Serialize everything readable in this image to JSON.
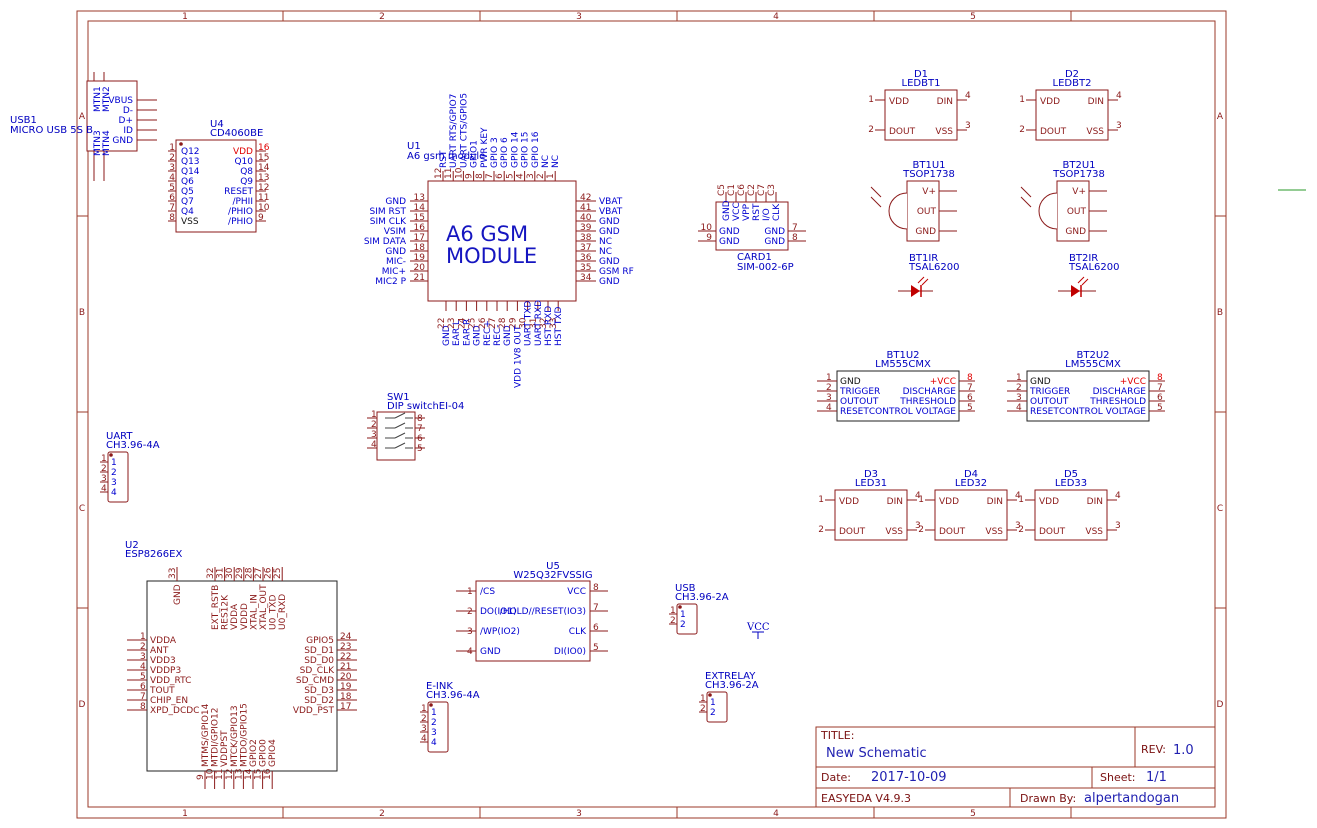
{
  "frame": {
    "col_labels": [
      "1",
      "2",
      "3",
      "4",
      "5"
    ],
    "row_labels": [
      "A",
      "B",
      "C",
      "D"
    ]
  },
  "title_block": {
    "title_label": "TITLE:",
    "title_value": "New Schematic",
    "rev_label": "REV:",
    "rev_value": "1.0",
    "date_label": "Date:",
    "date_value": "2017-10-09",
    "sheet_label": "Sheet:",
    "sheet_value": "1/1",
    "tool": "EASYEDA V4.9.3",
    "drawn_by_label": "Drawn By:",
    "drawn_by_value": "alpertandogan"
  },
  "components": {
    "usb1": {
      "ref": "USB1",
      "value": "MICRO USB 5S B",
      "pins": [
        "VBUS",
        "D-",
        "D+",
        "ID",
        "GND"
      ],
      "mount": [
        "MTN1",
        "MTN2",
        "MTN3",
        "MTN4"
      ]
    },
    "u4": {
      "ref": "U4",
      "value": "CD4060BE",
      "left": [
        [
          "1",
          "Q12"
        ],
        [
          "2",
          "Q13"
        ],
        [
          "3",
          "Q14"
        ],
        [
          "4",
          "Q6"
        ],
        [
          "5",
          "Q5"
        ],
        [
          "6",
          "Q7"
        ],
        [
          "7",
          "Q4"
        ],
        [
          "8",
          "VSS"
        ]
      ],
      "right": [
        [
          "16",
          "VDD"
        ],
        [
          "15",
          "Q10"
        ],
        [
          "14",
          "Q8"
        ],
        [
          "13",
          "Q9"
        ],
        [
          "12",
          "RESET"
        ],
        [
          "11",
          "/PHII"
        ],
        [
          "10",
          "/PHIO"
        ],
        [
          "9",
          "/PHIO"
        ]
      ]
    },
    "u1": {
      "ref": "U1",
      "value": "A6 gsm module",
      "title1": "A6 GSM",
      "title2": "MODULE",
      "top": [
        [
          "12",
          "RST"
        ],
        [
          "11",
          "UART RTS/GPIO7"
        ],
        [
          "10",
          "UART CTS/GPIO5"
        ],
        [
          "9",
          "GPIO1"
        ],
        [
          "8",
          "PWR KEY"
        ],
        [
          "7",
          "GPIO 3"
        ],
        [
          "6",
          "GPIO 6"
        ],
        [
          "5",
          "GPIO 14"
        ],
        [
          "4",
          "GPIO 15"
        ],
        [
          "3",
          "GPIO 16"
        ],
        [
          "2",
          "NC"
        ],
        [
          "1",
          "NC"
        ]
      ],
      "left": [
        [
          "13",
          "GND"
        ],
        [
          "14",
          "SIM RST"
        ],
        [
          "15",
          "SIM CLK"
        ],
        [
          "16",
          "VSIM"
        ],
        [
          "17",
          "SIM DATA"
        ],
        [
          "18",
          "GND"
        ],
        [
          "19",
          "MIC-"
        ],
        [
          "20",
          "MIC+"
        ],
        [
          "21",
          "MIC2 P"
        ]
      ],
      "right": [
        [
          "42",
          "VBAT"
        ],
        [
          "41",
          "VBAT"
        ],
        [
          "40",
          "GND"
        ],
        [
          "39",
          "GND"
        ],
        [
          "38",
          "NC"
        ],
        [
          "37",
          "NC"
        ],
        [
          "36",
          "GND"
        ],
        [
          "35",
          "GSM RF"
        ],
        [
          "34",
          "GND"
        ]
      ],
      "bottom": [
        [
          "22",
          "GND"
        ],
        [
          "23",
          "EAR L"
        ],
        [
          "24",
          "EAR R"
        ],
        [
          "25",
          "GND"
        ],
        [
          "26",
          "REC+"
        ],
        [
          "27",
          "REC-"
        ],
        [
          "28",
          "GND"
        ],
        [
          "29",
          "VDD 1V8 OUT"
        ],
        [
          "30",
          "UART TXD"
        ],
        [
          "31",
          "UART RXD"
        ],
        [
          "32",
          "HST RXD"
        ],
        [
          "33",
          "HST TXD"
        ]
      ]
    },
    "card1": {
      "ref": "CARD1",
      "value": "SIM-002-6P",
      "top": [
        [
          "C5",
          "GND"
        ],
        [
          "C1",
          "VCC"
        ],
        [
          "C6",
          "VPP"
        ],
        [
          "C2",
          "RST"
        ],
        [
          "C7",
          "I/O"
        ],
        [
          "C3",
          "CLK"
        ]
      ],
      "left": [
        [
          "10",
          "GND"
        ],
        [
          "9",
          "GND"
        ]
      ],
      "right": [
        [
          "7",
          "GND"
        ],
        [
          "8",
          "GND"
        ]
      ]
    },
    "d1": {
      "ref": "D1",
      "value": "LEDBT1"
    },
    "d2": {
      "ref": "D2",
      "value": "LEDBT2"
    },
    "d3": {
      "ref": "D3",
      "value": "LED31"
    },
    "d4": {
      "ref": "D4",
      "value": "LED32"
    },
    "d5": {
      "ref": "D5",
      "value": "LED33"
    },
    "ws_pins": {
      "vdd": "VDD",
      "din": "DIN",
      "dout": "DOUT",
      "vss": "VSS",
      "n1": "1",
      "n2": "2",
      "n3": "3",
      "n4": "4"
    },
    "bt1u1": {
      "ref": "BT1U1",
      "value": "TSOP1738"
    },
    "bt2u1": {
      "ref": "BT2U1",
      "value": "TSOP1738"
    },
    "tsop_pins": {
      "vplus": "V+",
      "out": "OUT",
      "gnd": "GND"
    },
    "bt1ir": {
      "ref": "BT1IR",
      "value": "TSAL6200"
    },
    "bt2ir": {
      "ref": "BT2IR",
      "value": "TSAL6200"
    },
    "bt1u2": {
      "ref": "BT1U2",
      "value": "LM555CMX"
    },
    "bt2u2": {
      "ref": "BT2U2",
      "value": "LM555CMX"
    },
    "lm555": {
      "left": [
        [
          "1",
          "GND"
        ],
        [
          "2",
          "TRIGGER"
        ],
        [
          "3",
          "OUTOUT"
        ],
        [
          "4",
          "RESET"
        ]
      ],
      "right": [
        [
          "8",
          "+VCC"
        ],
        [
          "7",
          "DISCHARGE"
        ],
        [
          "6",
          "THRESHOLD"
        ],
        [
          "5",
          "CONTROL VOLTAGE"
        ]
      ]
    },
    "sw1": {
      "ref": "SW1",
      "value": "DIP switchEI-04",
      "left": [
        "1",
        "2",
        "3",
        "4"
      ],
      "right": [
        "8",
        "7",
        "6",
        "5"
      ]
    },
    "uart": {
      "ref": "UART",
      "value": "CH3.96-4A",
      "pins": [
        "1",
        "2",
        "3",
        "4"
      ]
    },
    "eink": {
      "ref": "E-INK",
      "value": "CH3.96-4A",
      "pins": [
        "1",
        "2",
        "3",
        "4"
      ]
    },
    "usb": {
      "ref": "USB",
      "value": "CH3.96-2A",
      "pins": [
        "1",
        "2"
      ]
    },
    "extrelay": {
      "ref": "EXTRELAY",
      "value": "CH3.96-2A",
      "pins": [
        "1",
        "2"
      ]
    },
    "vcc": {
      "label": "VCC"
    },
    "u2": {
      "ref": "U2",
      "value": "ESP8266EX",
      "top": [
        [
          "33",
          "GND"
        ],
        [
          "32",
          "EXT_RSTB"
        ],
        [
          "31",
          "RES12K"
        ],
        [
          "30",
          "VDDA"
        ],
        [
          "29",
          "VDDD"
        ],
        [
          "28",
          "XTAL_IN"
        ],
        [
          "27",
          "XTAL_OUT"
        ],
        [
          "26",
          "U0_TXD"
        ],
        [
          "25",
          "U0_RXD"
        ]
      ],
      "left": [
        [
          "1",
          "VDDA"
        ],
        [
          "2",
          "ANT"
        ],
        [
          "3",
          "VDD3"
        ],
        [
          "4",
          "VDDP3"
        ],
        [
          "5",
          "VDD_RTC"
        ],
        [
          "6",
          "TOUT"
        ],
        [
          "7",
          "CHIP_EN"
        ],
        [
          "8",
          "XPD_DCDC"
        ]
      ],
      "right": [
        [
          "24",
          "GPIO5"
        ],
        [
          "23",
          "SD_D1"
        ],
        [
          "22",
          "SD_D0"
        ],
        [
          "21",
          "SD_CLK"
        ],
        [
          "20",
          "SD_CMD"
        ],
        [
          "19",
          "SD_D3"
        ],
        [
          "18",
          "SD_D2"
        ],
        [
          "17",
          "VDD_PST"
        ]
      ],
      "bottom": [
        [
          "9",
          "MTMS/GPIO14"
        ],
        [
          "10",
          "MTDI/GPIO12"
        ],
        [
          "11",
          "VDDPST"
        ],
        [
          "12",
          "MTCK/GPIO13"
        ],
        [
          "13",
          "MTDO/GPIO15"
        ],
        [
          "14",
          "GPIO2"
        ],
        [
          "15",
          "GPIO0"
        ],
        [
          "16",
          "GPIO4"
        ]
      ]
    },
    "u5": {
      "ref": "U5",
      "value": "W25Q32FVSSIG",
      "left": [
        [
          "1",
          "/CS"
        ],
        [
          "2",
          "DO(IO1)"
        ],
        [
          "3",
          "/WP(IO2)"
        ],
        [
          "4",
          "GND"
        ]
      ],
      "right": [
        [
          "8",
          "VCC"
        ],
        [
          "7",
          "/HOLD//RESET(IO3)"
        ],
        [
          "6",
          "CLK"
        ],
        [
          "5",
          "DI(IO0)"
        ]
      ]
    }
  },
  "colors": {
    "frame": "#9b3a2a",
    "symbol": "#8b1a1a",
    "text": "#0000c0",
    "power_pin": "#e00000"
  }
}
